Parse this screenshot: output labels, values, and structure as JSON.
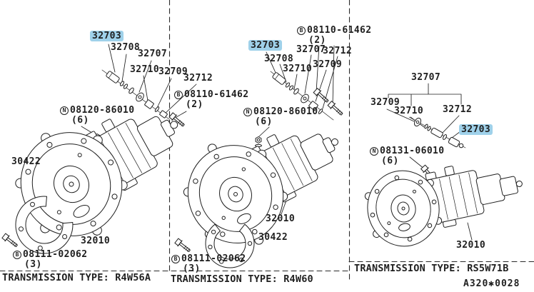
{
  "page": {
    "background": "#ffffff",
    "ink": "#1f1f1f",
    "highlight_color": "#9fd1ea",
    "footer_code": "A320✱0028"
  },
  "panels": [
    {
      "id": "left",
      "transmission_type": "TRANSMISSION TYPE: R4W56A",
      "labels": [
        {
          "text": "32703",
          "highlight": true
        },
        {
          "text": "32708"
        },
        {
          "text": "32707"
        },
        {
          "text": "32710"
        },
        {
          "text": "32709"
        },
        {
          "text": "32712"
        },
        {
          "prefix": "B",
          "text": "08110-61462",
          "qty": "(2)"
        },
        {
          "prefix": "N",
          "text": "08120-86010",
          "qty": "(6)"
        },
        {
          "text": "30422"
        },
        {
          "text": "32010"
        },
        {
          "prefix": "B",
          "text": "08111-02062",
          "qty": "(3)"
        }
      ]
    },
    {
      "id": "middle",
      "transmission_type": "TRANSMISSION TYPE: R4W60",
      "labels": [
        {
          "prefix": "B",
          "text": "08110-61462",
          "qty": "(2)"
        },
        {
          "text": "32703",
          "highlight": true
        },
        {
          "text": "32707"
        },
        {
          "text": "32712"
        },
        {
          "text": "32708"
        },
        {
          "text": "32710"
        },
        {
          "text": "32709"
        },
        {
          "prefix": "N",
          "text": "08120-86010",
          "qty": "(6)"
        },
        {
          "text": "32010"
        },
        {
          "text": "30422"
        },
        {
          "prefix": "B",
          "text": "08111-02062",
          "qty": "(3)"
        }
      ]
    },
    {
      "id": "right",
      "transmission_type": "TRANSMISSION TYPE: RS5W71B",
      "labels": [
        {
          "text": "32707"
        },
        {
          "text": "32709"
        },
        {
          "text": "32710"
        },
        {
          "text": "32712"
        },
        {
          "text": "32703",
          "highlight": true
        },
        {
          "prefix": "N",
          "text": "08131-06010",
          "qty": "(6)"
        },
        {
          "text": "32010"
        }
      ]
    }
  ]
}
